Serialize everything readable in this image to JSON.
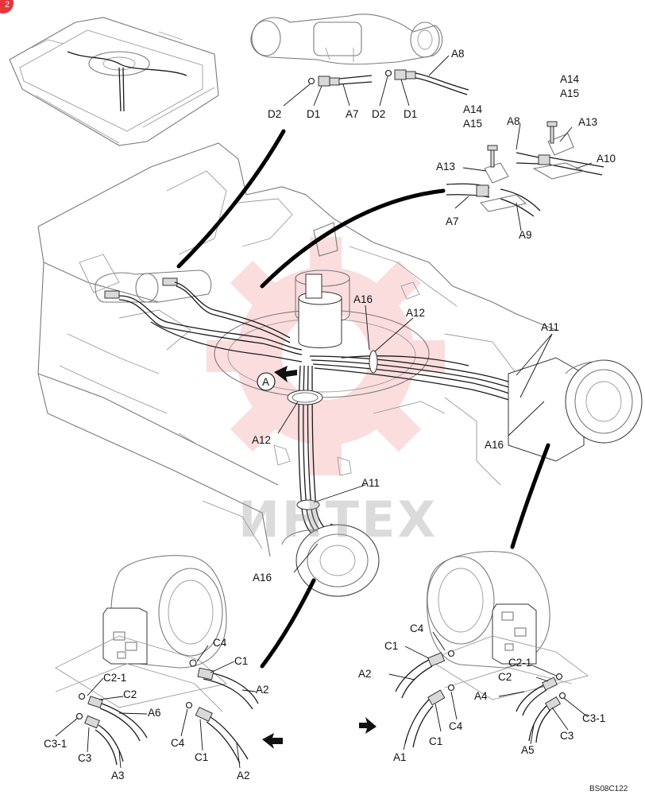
{
  "page_badge": "2",
  "watermark_text": "ИНТЕХ",
  "watermark_color": "#e8353b",
  "figure_code": "BS08C122",
  "view_marker": "A",
  "labels": {
    "top_D2_left": "D2",
    "top_D1_left": "D1",
    "top_A7": "A7",
    "top_D2_right": "D2",
    "top_D1_right": "D1",
    "top_A8": "A8",
    "clamp_A14_top": "A14",
    "clamp_A15_top": "A15",
    "clamp_A13_top": "A13",
    "clamp_A14": "A14",
    "clamp_A15": "A15",
    "clamp_A8": "A8",
    "clamp_A13": "A13",
    "clamp_A10": "A10",
    "clamp_A7": "A7",
    "clamp_A9": "A9",
    "main_A16_top": "A16",
    "main_A12_top": "A12",
    "main_A11_right": "A11",
    "main_A16_right": "A16",
    "main_A12_left": "A12",
    "main_A11_mid": "A11",
    "main_A16_bottom": "A16",
    "bl_C4_top": "C4",
    "bl_C1_top": "C1",
    "bl_A2_top": "A2",
    "bl_C2_1": "C2-1",
    "bl_C2": "C2",
    "bl_A6": "A6",
    "bl_C3_1": "C3-1",
    "bl_C3": "C3",
    "bl_A3": "A3",
    "bl_C4_bottom": "C4",
    "bl_C1_bottom": "C1",
    "bl_A2_bottom": "A2",
    "br_C4_top": "C4",
    "br_C1_top": "C1",
    "br_A2": "A2",
    "br_C2_1": "C2-1",
    "br_C2": "C2",
    "br_A4": "A4",
    "br_C3_1": "C3-1",
    "br_C4_bottom": "C4",
    "br_C1_bottom": "C1",
    "br_A1": "A1",
    "br_A5": "A5",
    "br_C3": "C3"
  }
}
